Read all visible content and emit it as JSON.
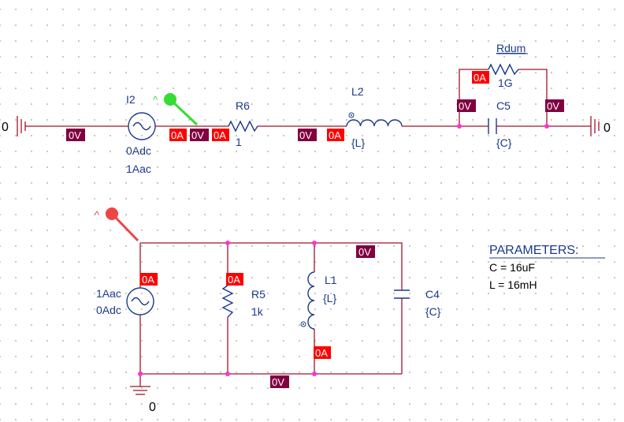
{
  "circuit_top": {
    "ground_left_label": "0",
    "ground_right_label": "0",
    "source": {
      "name": "I2",
      "dc": "0Adc",
      "ac": "1Aac"
    },
    "resistor": {
      "name": "R6",
      "value": "1"
    },
    "inductor": {
      "name": "L2",
      "value": "{L}"
    },
    "capacitor": {
      "name": "C5",
      "value": "{C}"
    },
    "rdum": {
      "name": "Rdum",
      "value": "1G"
    },
    "probe_symbol": "^",
    "colors": {
      "probe": "#33dd33"
    },
    "tags": {
      "v_left": "0V",
      "i_src_out": "0A",
      "v_src_out": "0V",
      "i_r6_in": "0A",
      "v_mid": "0V",
      "i_l2_in": "0A",
      "i_rdum": "0A",
      "v_cap_left": "0V",
      "v_cap_right": "0V"
    }
  },
  "circuit_bottom": {
    "ground_label": "0",
    "source": {
      "ac": "1Aac",
      "dc": "0Adc"
    },
    "resistor": {
      "name": "R5",
      "value": "1k"
    },
    "inductor": {
      "name": "L1",
      "value": "{L}"
    },
    "capacitor": {
      "name": "C4",
      "value": "{C}"
    },
    "probe_symbol": "^",
    "colors": {
      "probe": "#ee4444"
    },
    "tags": {
      "v_top": "0V",
      "i_src": "0A",
      "i_r5": "0A",
      "i_l1": "0A",
      "v_bottom": "0V"
    }
  },
  "parameters": {
    "title": "PARAMETERS:",
    "lines": [
      "C = 16uF",
      "L = 16mH"
    ]
  },
  "colors": {
    "wire": "#a0142d",
    "part": "#1a3a8a",
    "node": "#ff33cc",
    "current_tag": "#ff0000",
    "voltage_tag": "#800040"
  }
}
